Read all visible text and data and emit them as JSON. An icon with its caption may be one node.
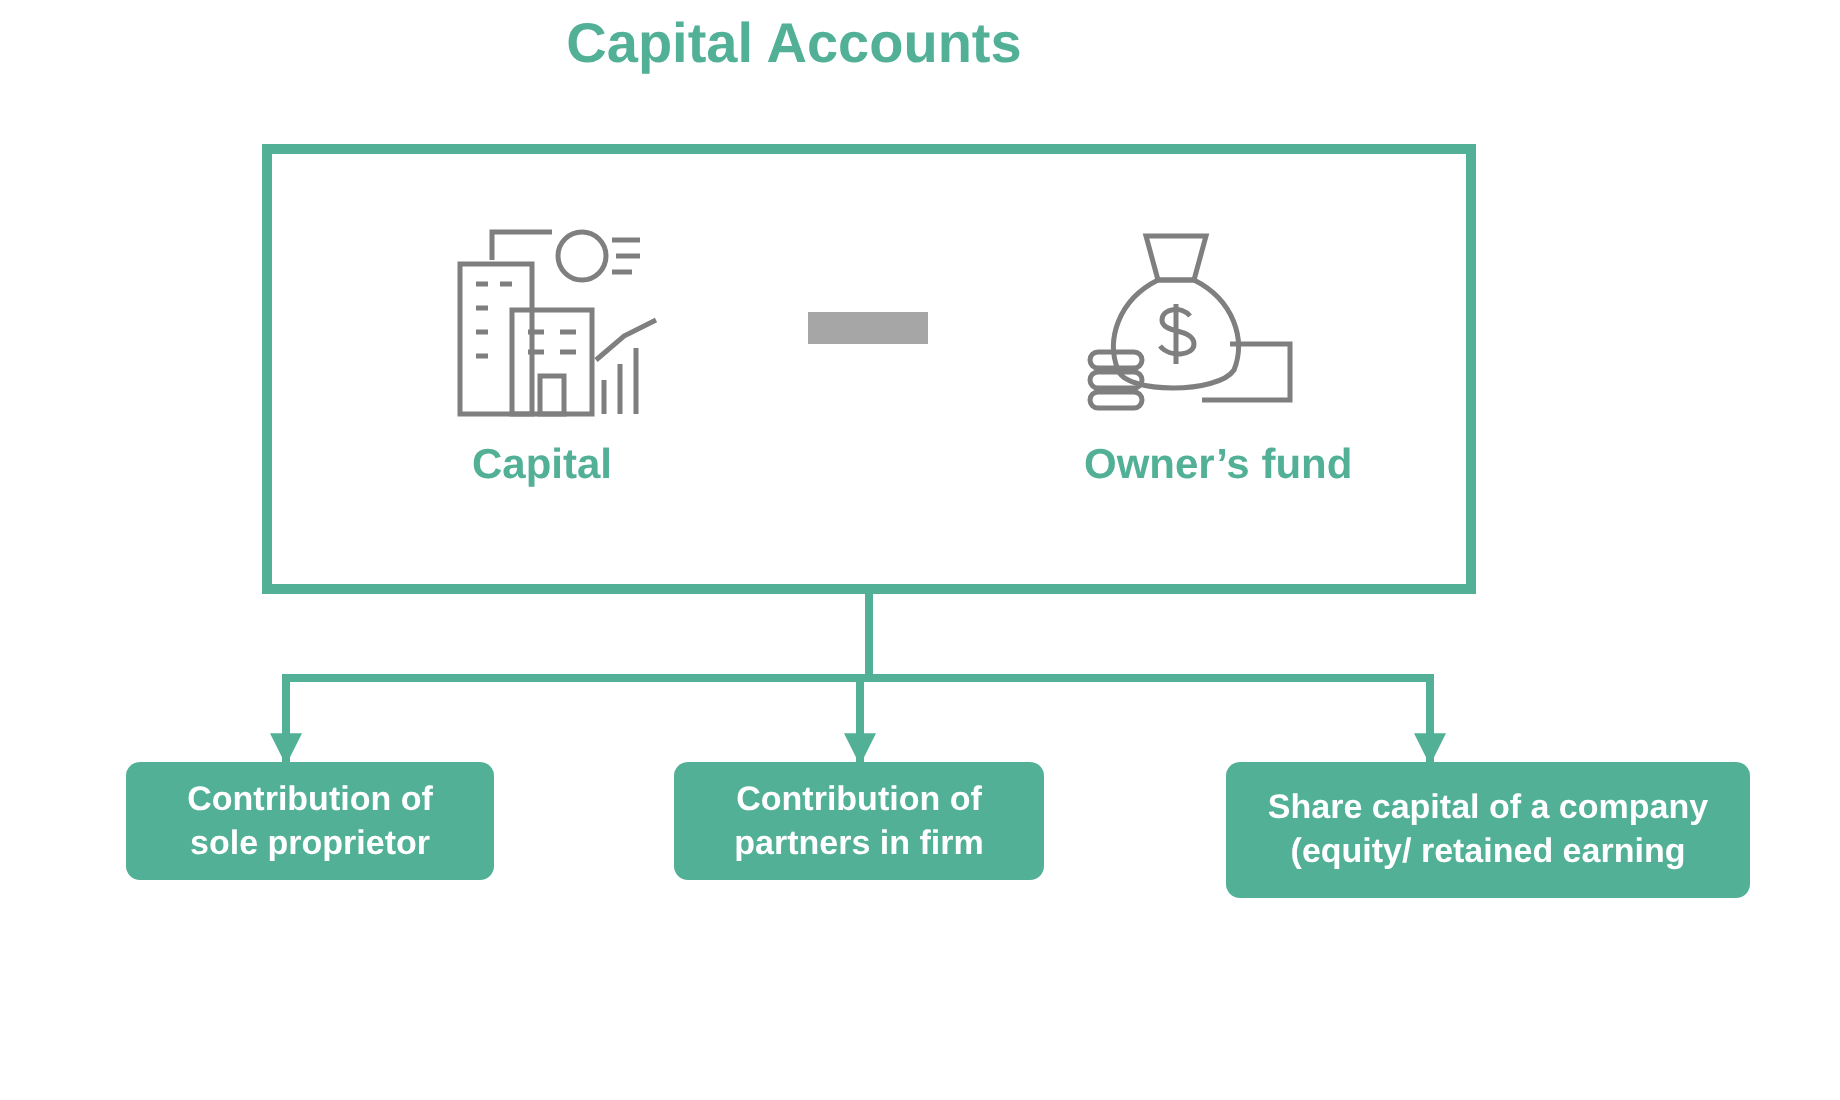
{
  "diagram": {
    "title": "Capital Accounts",
    "nodes": [
      {
        "text": [],
        "shape": "box"
      },
      {
        "text": [
          "Contribution of sole proprietor"
        ]
      },
      {
        "text": [
          "Contribution of partners in firm"
        ]
      },
      {
        "text": [
          "Share capital of a company (equity/ retained earning"
        ]
      }
    ],
    "edges": [
      {
        "from": 0,
        "to": 1,
        "arrow": "to"
      },
      {
        "from": 0,
        "to": 2,
        "arrow": "to"
      },
      {
        "from": 0,
        "to": 3,
        "arrow": "to"
      }
    ],
    "labels": [
      "Capital",
      "Owner’s fund"
    ]
  }
}
